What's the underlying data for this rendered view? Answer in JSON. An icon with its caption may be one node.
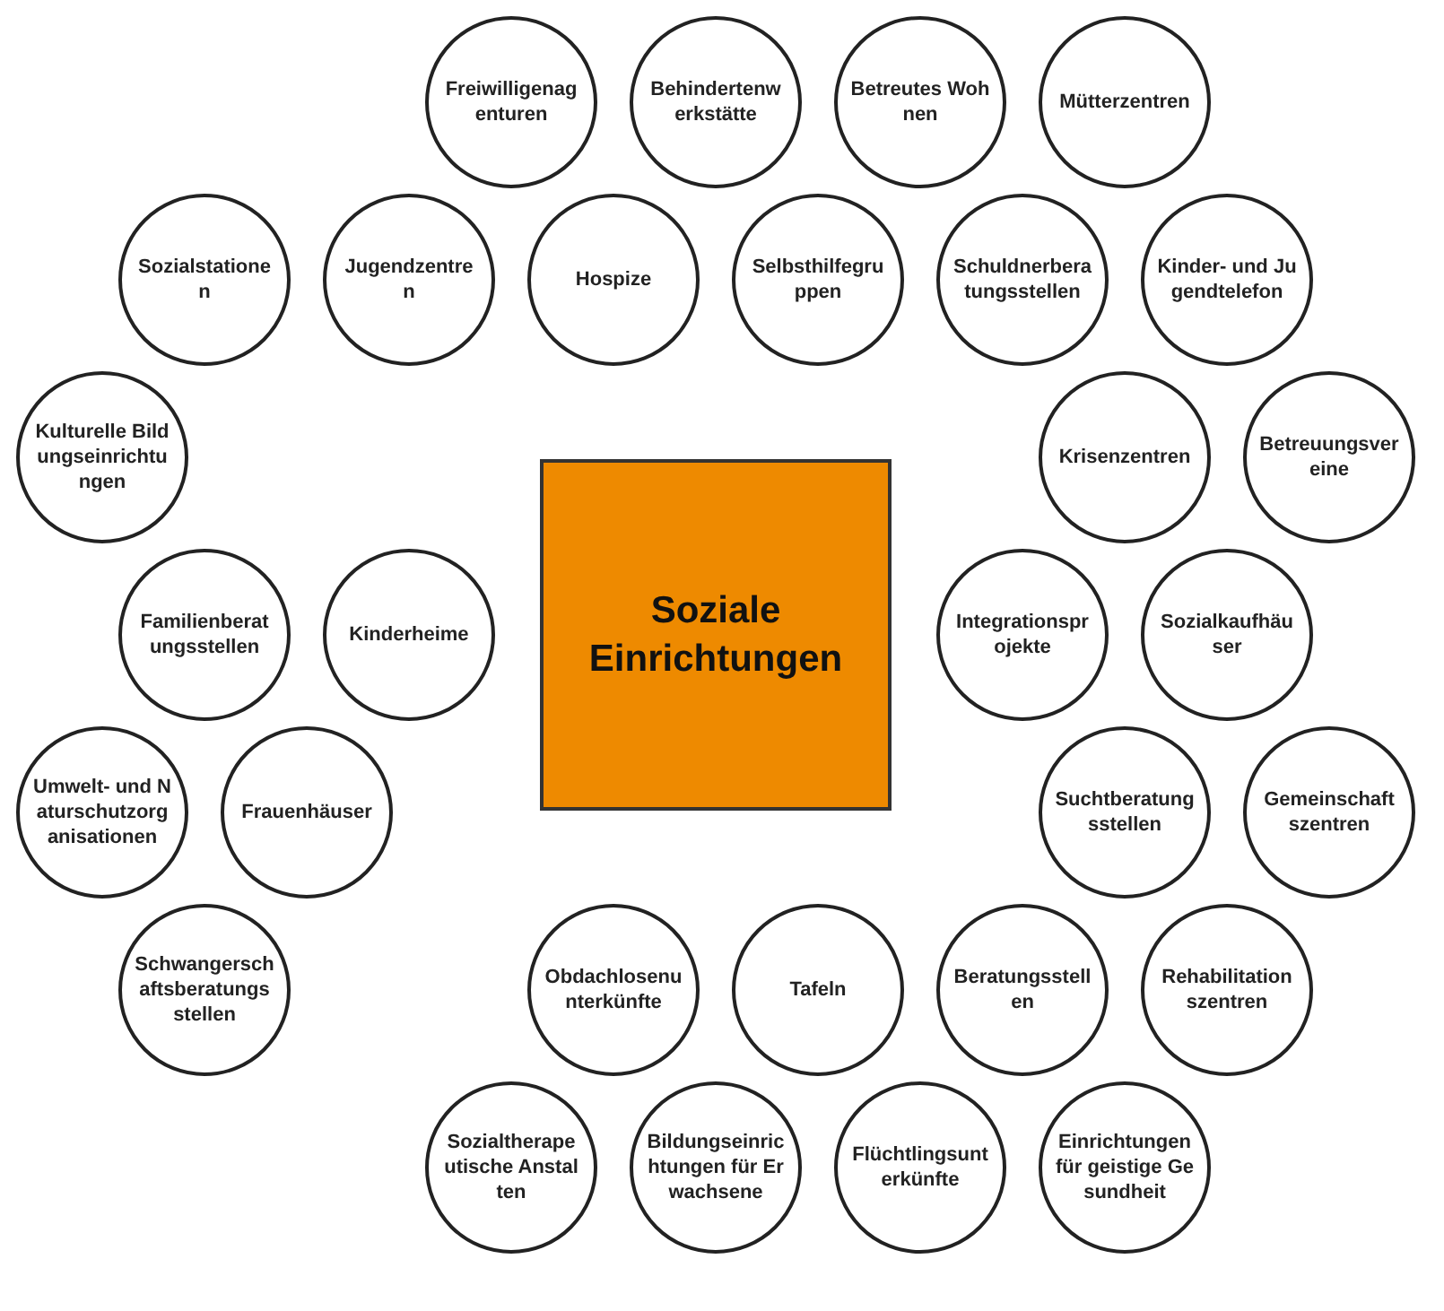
{
  "diagram": {
    "nodes": [
      {
        "text": [
          "Mütterzentren"
        ]
      },
      {
        "text": [
          "Betreutes Wohnen"
        ]
      },
      {
        "text": [
          "Freiwilligenagenturen"
        ]
      },
      {
        "text": [
          "Behindertenwerkstätte"
        ]
      },
      {
        "text": [
          "Sozialstationen"
        ]
      },
      {
        "text": [
          "Kinder- und Jugendtelefon"
        ]
      },
      {
        "text": [
          "Schuldnerberatungsstellen"
        ]
      },
      {
        "text": [
          "Jugendzentren"
        ]
      },
      {
        "text": [
          "Hospize"
        ]
      },
      {
        "text": [
          "Selbsthilfegruppen"
        ]
      },
      {
        "text": [
          "Krisenzentren"
        ]
      },
      {
        "text": [
          "Kulturelle Bildungseinrichtungen"
        ]
      },
      {
        "text": [
          "Kinderheime"
        ]
      },
      {
        "text": [
          "Integrationsprojekte"
        ]
      },
      {
        "text": [
          "Betreuungsvereine"
        ]
      },
      {
        "text": [
          "Soziale Einrichtungen"
        ]
      },
      {
        "text": [
          "Familienberatungsstellen"
        ]
      },
      {
        "text": [
          "Sozialkaufhäuser"
        ]
      },
      {
        "text": [
          "Suchtberatungsstellen"
        ]
      },
      {
        "text": [
          "Frauenhäuser"
        ]
      },
      {
        "text": [
          "Umwelt- und Naturschutzorganisationen"
        ]
      },
      {
        "text": [
          "Gemeinschaftszentren"
        ]
      },
      {
        "text": [
          "Rehabilitationszentren"
        ]
      },
      {
        "text": [
          "Obdachlosenunterkünfte"
        ]
      },
      {
        "text": [
          "Tafeln"
        ]
      },
      {
        "text": [
          "Beratungsstellen"
        ]
      },
      {
        "text": [
          "Schwangerschaftsberatungsstellen"
        ]
      },
      {
        "text": [
          "Bildungseinrichtungen für Erwachsene"
        ]
      },
      {
        "text": [
          "Einrichtungen für geistige Gesundheit"
        ]
      },
      {
        "text": [
          "Flüchtlingsunterkünfte"
        ]
      },
      {
        "text": [
          "Sozialtherapeutische Anstalten"
        ]
      }
    ]
  }
}
